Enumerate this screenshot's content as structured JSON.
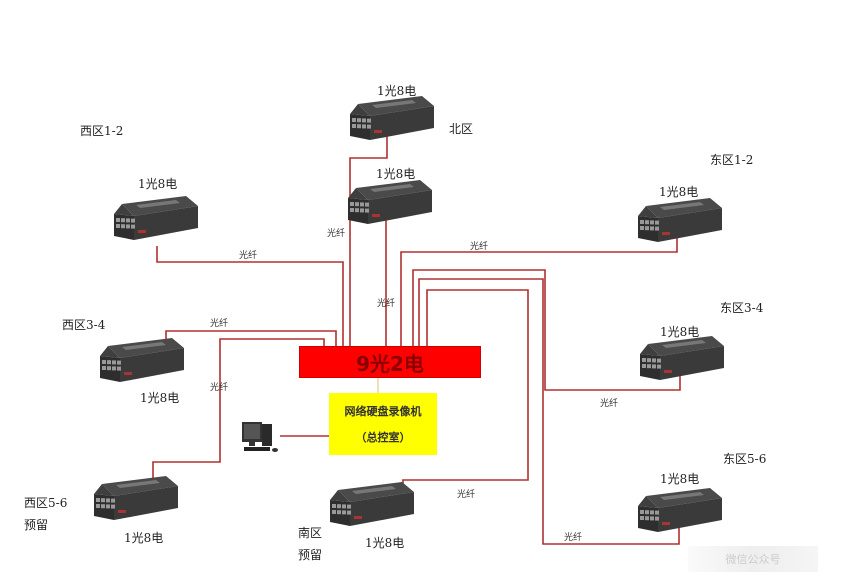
{
  "diagram": {
    "core_switch": {
      "label": "9光2电",
      "color": "#ff0000"
    },
    "nvr": {
      "title": "网络硬盘录像机",
      "subtitle": "（总控室）",
      "color": "#ffff00"
    },
    "wire_color": "#b03030",
    "fiber_label": "光纤",
    "switch_label": "1光8电",
    "nodes": [
      {
        "id": "north-a",
        "zone": "北区",
        "switch": "1光8电"
      },
      {
        "id": "north-b",
        "zone": "",
        "switch": "1光8电"
      },
      {
        "id": "west-1-2",
        "zone": "西区1-2",
        "switch": "1光8电"
      },
      {
        "id": "east-1-2",
        "zone": "东区1-2",
        "switch": "1光8电"
      },
      {
        "id": "west-3-4",
        "zone": "西区3-4",
        "switch": "1光8电"
      },
      {
        "id": "east-3-4",
        "zone": "东区3-4",
        "switch": "1光8电"
      },
      {
        "id": "west-5-6",
        "zone": "西区5-6",
        "note": "预留",
        "switch": "1光8电"
      },
      {
        "id": "south",
        "zone": "南区",
        "note": "预留",
        "switch": "1光8电"
      },
      {
        "id": "east-5-6",
        "zone": "东区5-6",
        "switch": "1光8电"
      }
    ],
    "fiber_labels": [
      "光纤",
      "光纤",
      "光纤",
      "光纤",
      "光纤",
      "光纤",
      "光纤",
      "光纤",
      "光纤"
    ],
    "watermark": "微信公众号"
  }
}
